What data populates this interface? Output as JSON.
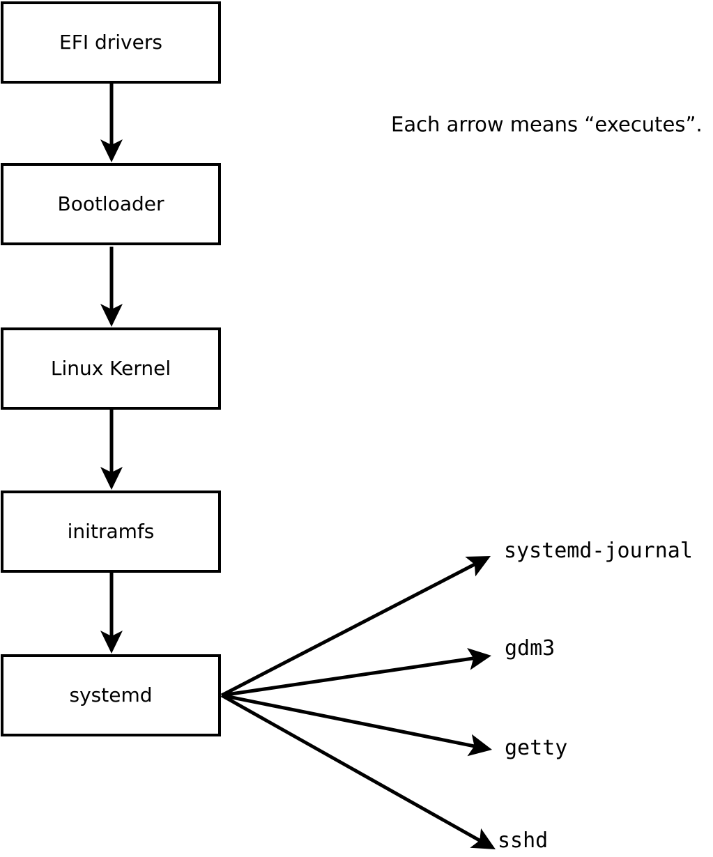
{
  "diagram": {
    "caption": "Each arrow means “executes”.",
    "arrow_meaning": "executes",
    "boot_chain": [
      {
        "label": "EFI drivers"
      },
      {
        "label": "Bootloader"
      },
      {
        "label": "Linux Kernel"
      },
      {
        "label": "initramfs"
      },
      {
        "label": "systemd"
      }
    ],
    "spawned_processes": [
      {
        "label": "systemd-journal"
      },
      {
        "label": "gdm3"
      },
      {
        "label": "getty"
      },
      {
        "label": "sshd"
      }
    ],
    "colors": {
      "ink": "#000000",
      "background": "#ffffff",
      "box_fill": "#ffffff"
    }
  }
}
